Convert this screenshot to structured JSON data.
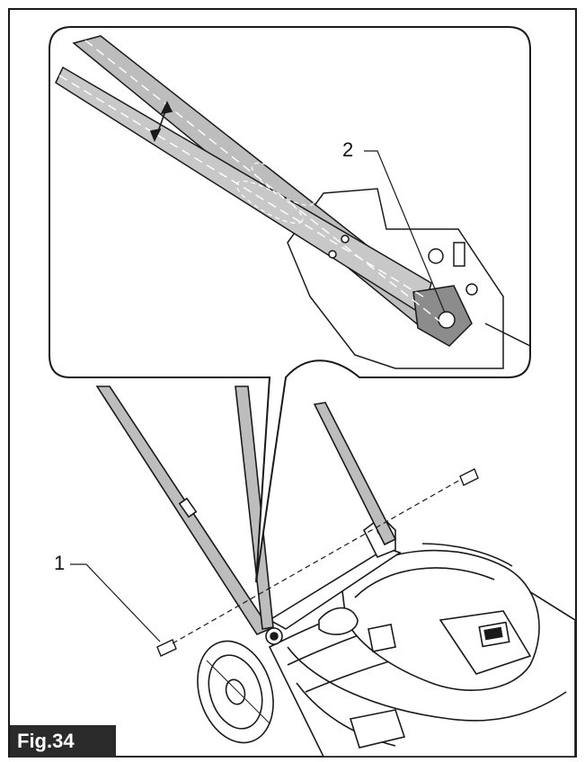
{
  "figure": {
    "caption": "Fig.34",
    "callouts": [
      {
        "id": "1",
        "text": "1"
      },
      {
        "id": "2",
        "text": "2"
      }
    ]
  },
  "colors": {
    "line": "#1a1a1a",
    "handle_fill": "#bdbdbd",
    "caption_bg": "#2a2a2a",
    "caption_text": "#ffffff"
  },
  "icons": [
    "bolt-icon",
    "double-arrow-icon",
    "handle-bar",
    "mower-body"
  ]
}
